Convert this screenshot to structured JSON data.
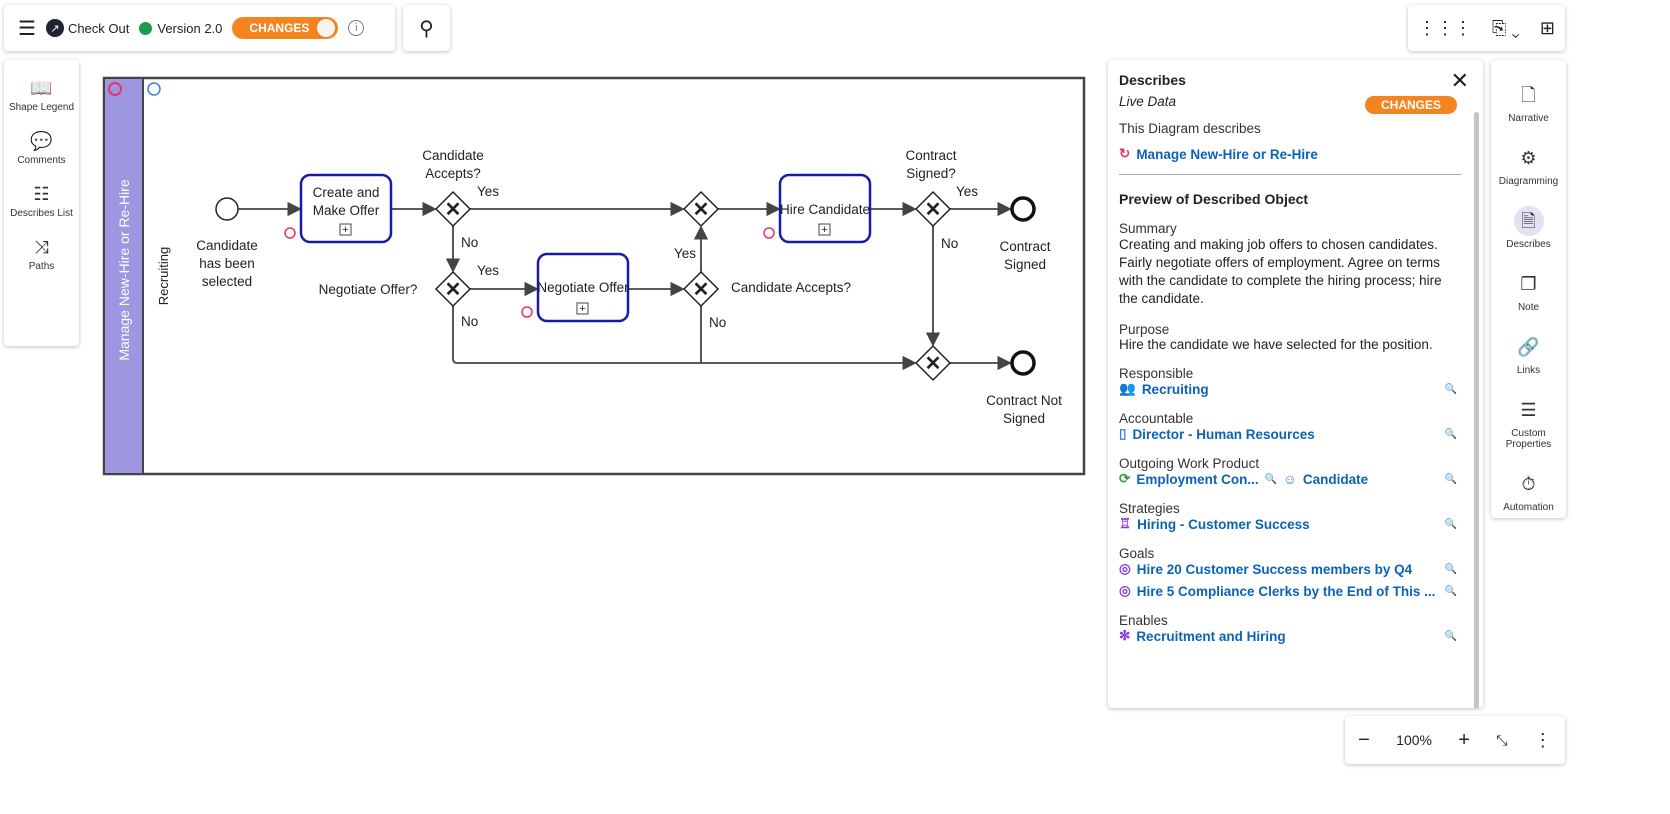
{
  "topbar": {
    "checkout": "Check Out",
    "version": "Version 2.0",
    "changes_toggle": "CHANGES",
    "version_color": "#1e9a4f",
    "accent": "#f5841f"
  },
  "left_nav": [
    {
      "label": "Shape Legend",
      "icon": "book-icon"
    },
    {
      "label": "Comments",
      "icon": "comment-icon"
    },
    {
      "label": "Describes List",
      "icon": "list-info-icon"
    },
    {
      "label": "Paths",
      "icon": "paths-icon"
    }
  ],
  "right_rail": [
    {
      "label": "Narrative",
      "icon": "document-icon"
    },
    {
      "label": "Diagramming",
      "icon": "diagram-icon"
    },
    {
      "label": "Describes",
      "icon": "describes-icon",
      "active": true
    },
    {
      "label": "Note",
      "icon": "note-icon"
    },
    {
      "label": "Links",
      "icon": "link-icon"
    },
    {
      "label": "Custom Properties",
      "icon": "custom-properties-icon"
    },
    {
      "label": "Automation",
      "icon": "timer-icon"
    }
  ],
  "diagram": {
    "pool": "Manage New-Hire or Re-Hire",
    "lane": "Recruiting",
    "start": "Candidate has been selected",
    "task1": "Create and Make Offer",
    "task2": "Negotiate Offer",
    "task3": "Hire Candidate",
    "gw1": "Candidate Accepts?",
    "gw4": "Negotiate Offer?",
    "gw5": "Candidate Accepts?",
    "gw3": "Contract Signed?",
    "end1": "Contract Signed",
    "end2": "Contract Not Signed",
    "yes": "Yes",
    "no": "No"
  },
  "panel": {
    "title": "Describes",
    "live": "Live Data",
    "badge": "CHANGES",
    "describes_label": "This Diagram describes",
    "describes_link": "Manage New-Hire or Re-Hire",
    "preview": "Preview of Described Object",
    "summary_label": "Summary",
    "summary": "Creating and making job offers to chosen candidates. Fairly negotiate offers of employment. Agree on terms with the candidate to complete the hiring process; hire the candidate.",
    "purpose_label": "Purpose",
    "purpose": "Hire the candidate we have selected for the position.",
    "responsible_label": "Responsible",
    "responsible": "Recruiting",
    "accountable_label": "Accountable",
    "accountable": "Director - Human Resources",
    "owp_label": "Outgoing Work Product",
    "owp1": "Employment Con...",
    "owp2": "Candidate",
    "strategies_label": "Strategies",
    "strategy": "Hiring - Customer Success",
    "goals_label": "Goals",
    "goal1": "Hire 20 Customer Success members by Q4",
    "goal2": "Hire 5 Compliance Clerks by the End of This ...",
    "enables_label": "Enables",
    "enables": "Recruitment and Hiring"
  },
  "zoom": {
    "level": "100%"
  }
}
